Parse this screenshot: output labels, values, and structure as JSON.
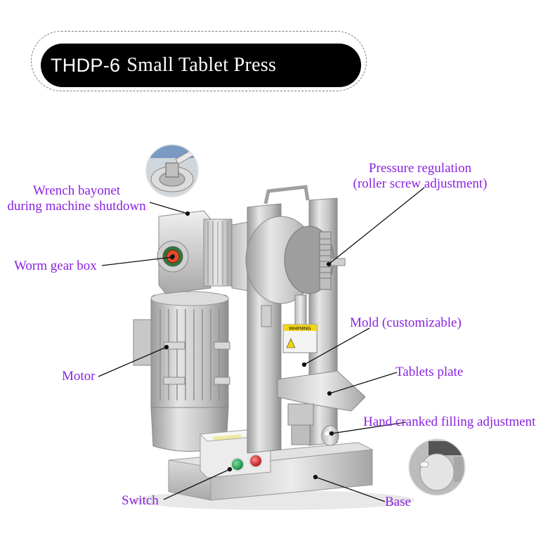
{
  "title": {
    "model": "THDP-6",
    "name": "Small Tablet Press",
    "pill_color": "#000000",
    "text_color": "#ffffff"
  },
  "accent_color": "#8a22e0",
  "labels": {
    "wrench_line1": "Wrench bayonet",
    "wrench_line2": "during machine shutdown",
    "worm_gear": "Worm gear box",
    "motor": "Motor",
    "switch": "Switch",
    "pressure_line1": "Pressure regulation",
    "pressure_line2": "(roller screw adjustment)",
    "mold": "Mold (customizable)",
    "tablets_plate": "Tablets plate",
    "hand_crank": "Hand cranked filling adjustment",
    "base": "Base"
  },
  "machine": {
    "warning_sign": "WARNING",
    "switch_colors": {
      "start": "#1e9a4a",
      "stop": "#d81e1e"
    }
  }
}
